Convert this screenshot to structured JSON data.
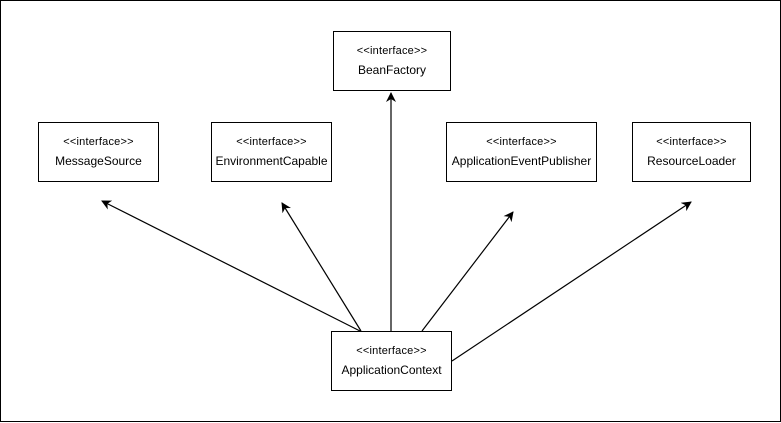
{
  "diagram": {
    "nodes": [
      {
        "id": "beanfactory",
        "stereotype": "<<interface>>",
        "name": "BeanFactory"
      },
      {
        "id": "messagesource",
        "stereotype": "<<interface>>",
        "name": "MessageSource"
      },
      {
        "id": "environmentcapable",
        "stereotype": "<<interface>>",
        "name": "EnvironmentCapable"
      },
      {
        "id": "applicationeventpublisher",
        "stereotype": "<<interface>>",
        "name": "ApplicationEventPublisher"
      },
      {
        "id": "resourceloader",
        "stereotype": "<<interface>>",
        "name": "ResourceLoader"
      },
      {
        "id": "applicationcontext",
        "stereotype": "<<interface>>",
        "name": "ApplicationContext"
      }
    ],
    "edges": [
      {
        "from": "applicationcontext",
        "to": "messagesource"
      },
      {
        "from": "applicationcontext",
        "to": "environmentcapable"
      },
      {
        "from": "applicationcontext",
        "to": "beanfactory"
      },
      {
        "from": "applicationcontext",
        "to": "applicationeventpublisher"
      },
      {
        "from": "applicationcontext",
        "to": "resourceloader"
      }
    ]
  }
}
